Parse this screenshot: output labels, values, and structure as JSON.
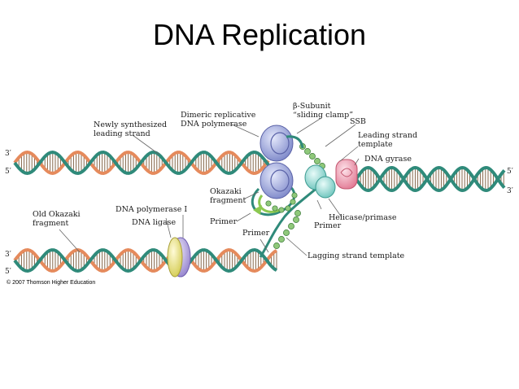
{
  "slide": {
    "title": "DNA Replication"
  },
  "labels": {
    "newly_synthesized": [
      "Newly synthesized",
      "leading strand"
    ],
    "dimeric_polymerase": [
      "Dimeric replicative",
      "DNA polymerase"
    ],
    "beta_subunit": [
      "β-Subunit",
      "“sliding clamp”"
    ],
    "ssb": "SSB",
    "leading_template": [
      "Leading strand",
      "template"
    ],
    "dna_gyrase": "DNA gyrase",
    "okazaki_fragment": [
      "Okazaki",
      "fragment"
    ],
    "old_okazaki": [
      "Old Okazaki",
      "fragment"
    ],
    "dna_pol_one": "DNA polymerase I",
    "dna_ligase": "DNA ligase",
    "primer_left": "Primer",
    "primer_lower": "Primer",
    "primer_right": "Primer",
    "helicase_primase": "Helicase/primase",
    "lagging_template": "Lagging strand template"
  },
  "strand_ends": {
    "upper_left_top": "3′",
    "upper_left_bottom": "5′",
    "right_top": "5′",
    "right_bottom": "3′",
    "lower_left_top": "3′",
    "lower_left_bottom": "5′"
  },
  "colors": {
    "parental_strand": "#2f8a7a",
    "new_strand": "#e58a5c",
    "base_pairs": "#7a5a3a",
    "polymerase": "#9aa6dc",
    "ssb_beads": "#8fc87a",
    "helicase": "#a8e0dc",
    "gyrase": "#f2a6b6",
    "ligase": "#e9e58a",
    "pol_one": "#b6a8e0",
    "primer": "#8cc850"
  },
  "copyright": "© 2007 Thomson Higher Education"
}
